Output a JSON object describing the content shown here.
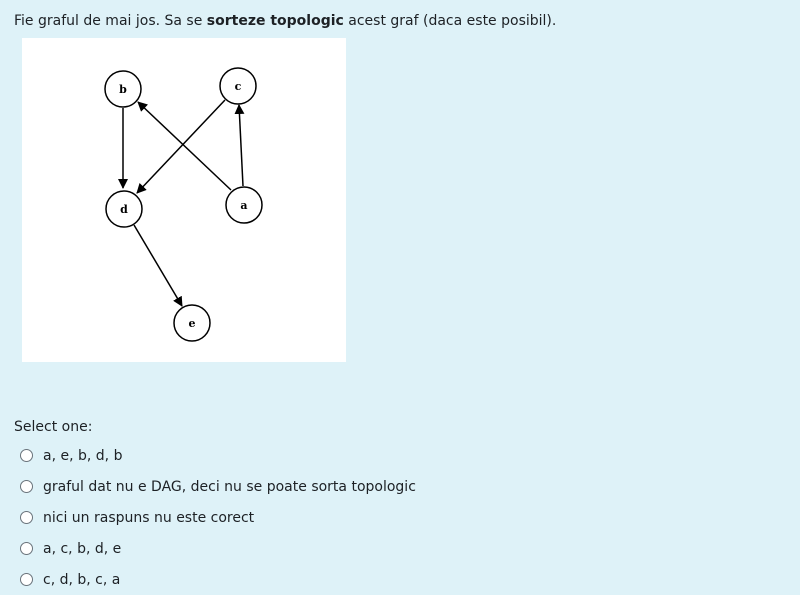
{
  "question": {
    "prefix": "Fie graful de mai jos. Sa se ",
    "bold": "sorteze topologic",
    "suffix": " acest graf (daca este posibil)."
  },
  "graph": {
    "nodes": {
      "a": "a",
      "b": "b",
      "c": "c",
      "d": "d",
      "e": "e"
    }
  },
  "prompt": "Select one:",
  "answers": [
    "a, e, b, d, b",
    "graful dat nu e DAG, deci nu se poate sorta topologic",
    "nici un raspuns nu este corect",
    "a, c, b, d, e",
    "c, d, b, c, a"
  ]
}
